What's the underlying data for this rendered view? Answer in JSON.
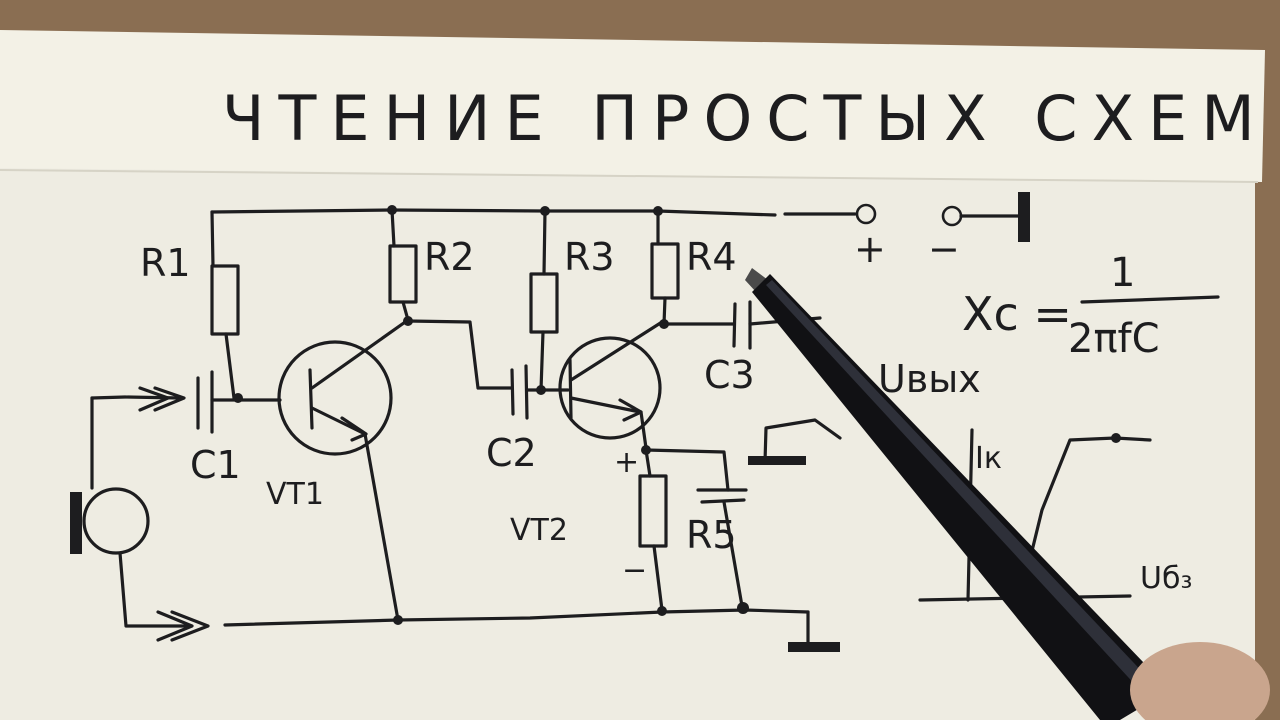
{
  "title": "ЧТЕНИЕ ПРОСТЫХ СХЕМ",
  "labels": {
    "r1": "R1",
    "r2": "R2",
    "r3": "R3",
    "r4": "R4",
    "r5": "R5",
    "c1": "C1",
    "c2": "C2",
    "c3": "C3",
    "vt1": "VT1",
    "vt2": "VT2",
    "plus_terminal": "+",
    "minus_terminal": "−",
    "plus_emitter": "+",
    "minus_emitter": "−",
    "u_out": "Uвых"
  },
  "formula": {
    "lhs": "Xc =",
    "numerator": "1",
    "denominator": "2πfC"
  },
  "graph": {
    "y_label": "Iк",
    "x_label": "Uб₃"
  },
  "colors": {
    "paper": "#f1efe4",
    "ink": "#1d1d1f",
    "background": "#8a6e52",
    "pen": "#111114"
  }
}
